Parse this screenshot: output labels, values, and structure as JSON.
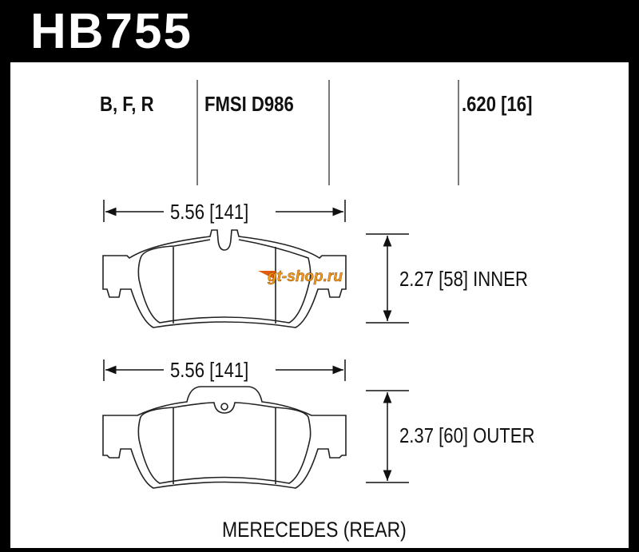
{
  "header": {
    "part_number": "HB755"
  },
  "specs": {
    "positions": "B, F, R",
    "fmsi": "FMSI D986",
    "thickness": ".620 [16]"
  },
  "inner_pad": {
    "width_label": "5.56 [141]",
    "height_label": "2.27 [58] INNER"
  },
  "outer_pad": {
    "width_label": "5.56 [141]",
    "height_label": "2.37 [60] OUTER"
  },
  "application": "MERECEDES (REAR)",
  "watermark": "gt-shop.ru",
  "colors": {
    "header": "#000000",
    "line": "#1a1a1a",
    "watermark": "#f29a1a"
  }
}
